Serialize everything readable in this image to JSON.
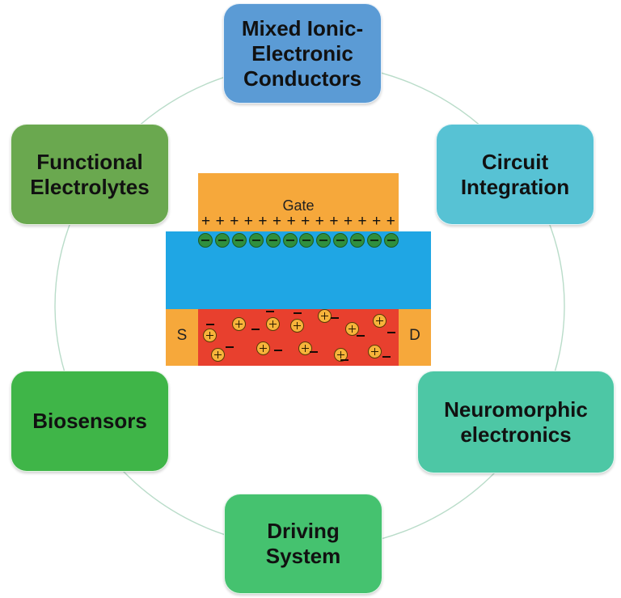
{
  "nodes": [
    {
      "id": "mixed",
      "lines": [
        "Mixed Ionic-",
        "Electronic",
        "Conductors"
      ],
      "color": "#5b9bd5"
    },
    {
      "id": "circuit",
      "lines": [
        "Circuit",
        "Integration"
      ],
      "color": "#57c2d4"
    },
    {
      "id": "neuro",
      "lines": [
        "Neuromorphic",
        "electronics"
      ],
      "color": "#4dc7a5"
    },
    {
      "id": "driving",
      "lines": [
        "Driving",
        "System"
      ],
      "color": "#45c26f"
    },
    {
      "id": "bio",
      "lines": [
        "Biosensors"
      ],
      "color": "#3fb548"
    },
    {
      "id": "functional",
      "lines": [
        "Functional",
        "Electrolytes"
      ],
      "color": "#6aa84f"
    }
  ],
  "device": {
    "gate_label": "Gate",
    "source_label": "S",
    "drain_label": "D",
    "gate_charge_symbol": "+",
    "gate_charge_count": 14,
    "anion_count": 12,
    "colors": {
      "gate": "#f6a83b",
      "electrolyte": "#1fa6e4",
      "channel": "#e8402e",
      "anion": "#2f8f3e",
      "cation": "#f7b33a"
    }
  },
  "ring_color": "#b9dcc9"
}
